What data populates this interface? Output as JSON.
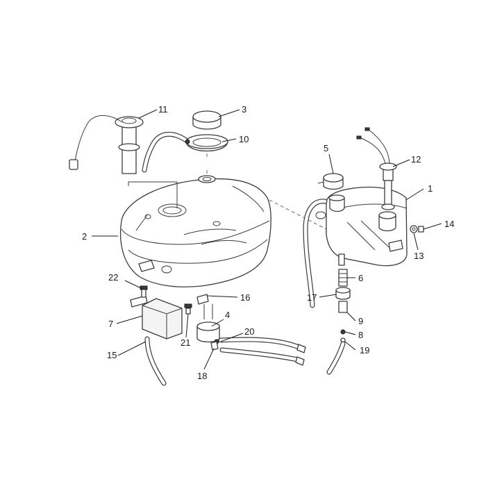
{
  "callouts": [
    {
      "id": "c1",
      "label": "1"
    },
    {
      "id": "c2",
      "label": "2"
    },
    {
      "id": "c3",
      "label": "3"
    },
    {
      "id": "c4",
      "label": "4"
    },
    {
      "id": "c5",
      "label": "5"
    },
    {
      "id": "c6",
      "label": "6"
    },
    {
      "id": "c7",
      "label": "7"
    },
    {
      "id": "c8",
      "label": "8"
    },
    {
      "id": "c9",
      "label": "9"
    },
    {
      "id": "c10",
      "label": "10"
    },
    {
      "id": "c11",
      "label": "11"
    },
    {
      "id": "c12",
      "label": "12"
    },
    {
      "id": "c13",
      "label": "13"
    },
    {
      "id": "c14",
      "label": "14"
    },
    {
      "id": "c15",
      "label": "15"
    },
    {
      "id": "c16",
      "label": "16"
    },
    {
      "id": "c17",
      "label": "17"
    },
    {
      "id": "c18",
      "label": "18"
    },
    {
      "id": "c19",
      "label": "19"
    },
    {
      "id": "c20",
      "label": "20"
    },
    {
      "id": "c21",
      "label": "21"
    },
    {
      "id": "c22",
      "label": "22"
    }
  ],
  "colors": {
    "line": "#3a3a3a",
    "text": "#1a1a1a",
    "background": "#ffffff"
  }
}
